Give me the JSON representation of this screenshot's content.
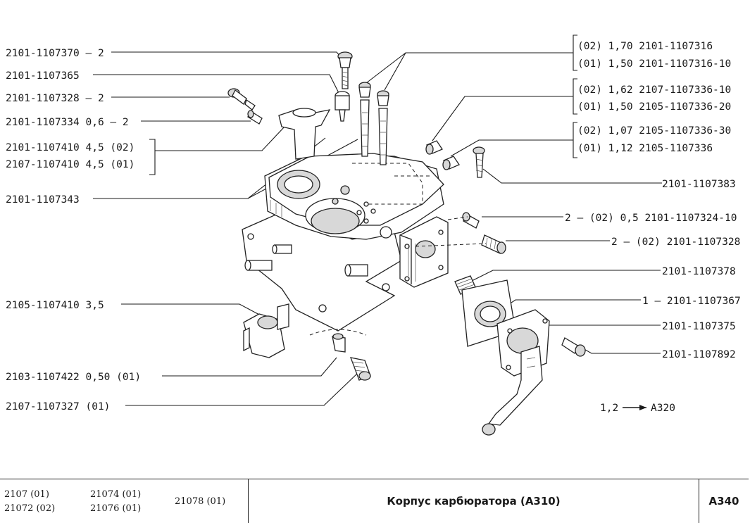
{
  "labels_left": [
    "2101-1107370 — 2",
    "2101-1107365",
    "2101-1107328 — 2",
    "2101-1107334  0,6 — 2",
    "2101-1107410  4,5 (02)",
    "2107-1107410  4,5 (01)",
    "2101-1107343",
    "2105-1107410  3,5",
    "2103-1107422  0,50 (01)",
    "2107-1107327 (01)"
  ],
  "labels_right": [
    "(02)  1,70    2101-1107316",
    "(01)  1,50  2101-1107316-10",
    "(02)  1,62  2107-1107336-10",
    "(01)  1,50  2105-1107336-20",
    "(02)  1,07  2105-1107336-30",
    "(01)  1,12     2105-1107336",
    "2101-1107383",
    "2 — (02)  0,5  2101-1107324-10",
    "2 — (02)  2101-1107328",
    "2101-1107378",
    "1 — 2101-1107367",
    "2101-1107375",
    "2101-1107892"
  ],
  "reference": {
    "from": "1,2",
    "to": "A320"
  },
  "footer": {
    "models": [
      "2107 (01)",
      "21072 (02)",
      "21074 (01)",
      "21076 (01)",
      "21078 (01)"
    ],
    "title": "Корпус карбюратора (А310)",
    "code": "А340"
  }
}
